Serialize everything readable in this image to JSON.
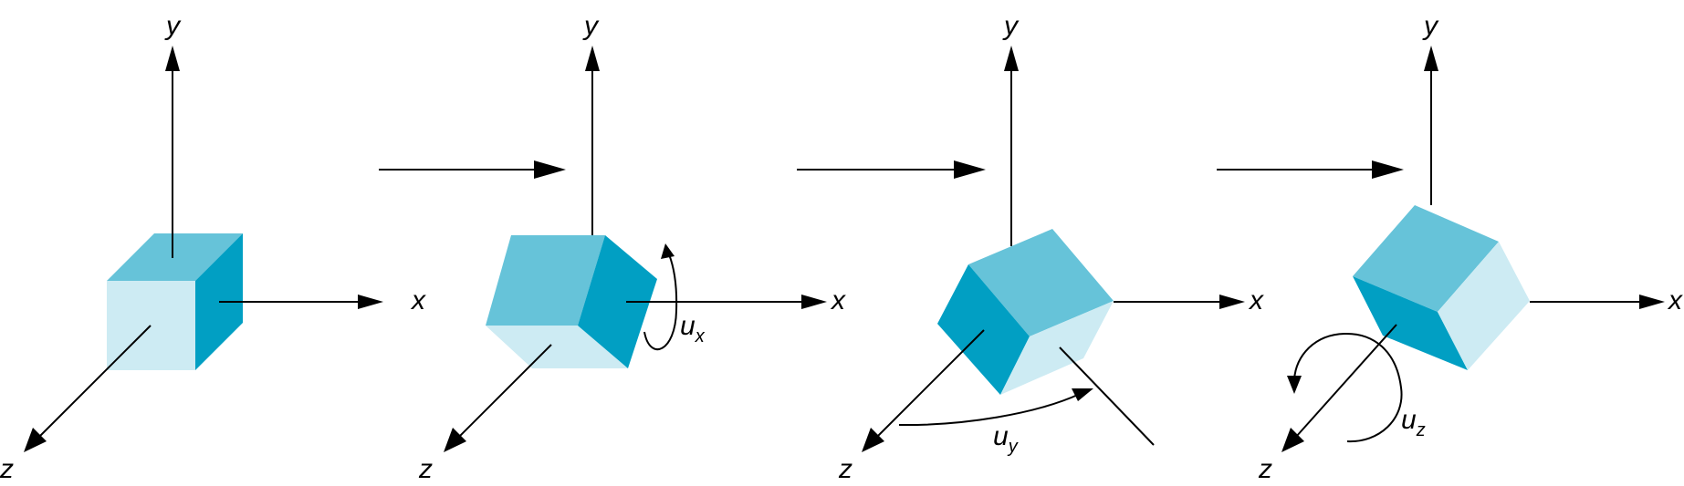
{
  "colors": {
    "face_light": "#cdebf3",
    "face_mid": "#66c3d9",
    "face_dark": "#019fc3",
    "ink": "#000000"
  },
  "panels": [
    {
      "axes": {
        "x": "x",
        "y": "y",
        "z": "z"
      },
      "rotation": null
    },
    {
      "axes": {
        "x": "x",
        "y": "y",
        "z": "z"
      },
      "rotation": {
        "base": "u",
        "sub": "x"
      }
    },
    {
      "axes": {
        "x": "x",
        "y": "y",
        "z": "z"
      },
      "rotation": {
        "base": "u",
        "sub": "y"
      }
    },
    {
      "axes": {
        "x": "x",
        "y": "y",
        "z": "z"
      },
      "rotation": {
        "base": "u",
        "sub": "z"
      }
    }
  ]
}
